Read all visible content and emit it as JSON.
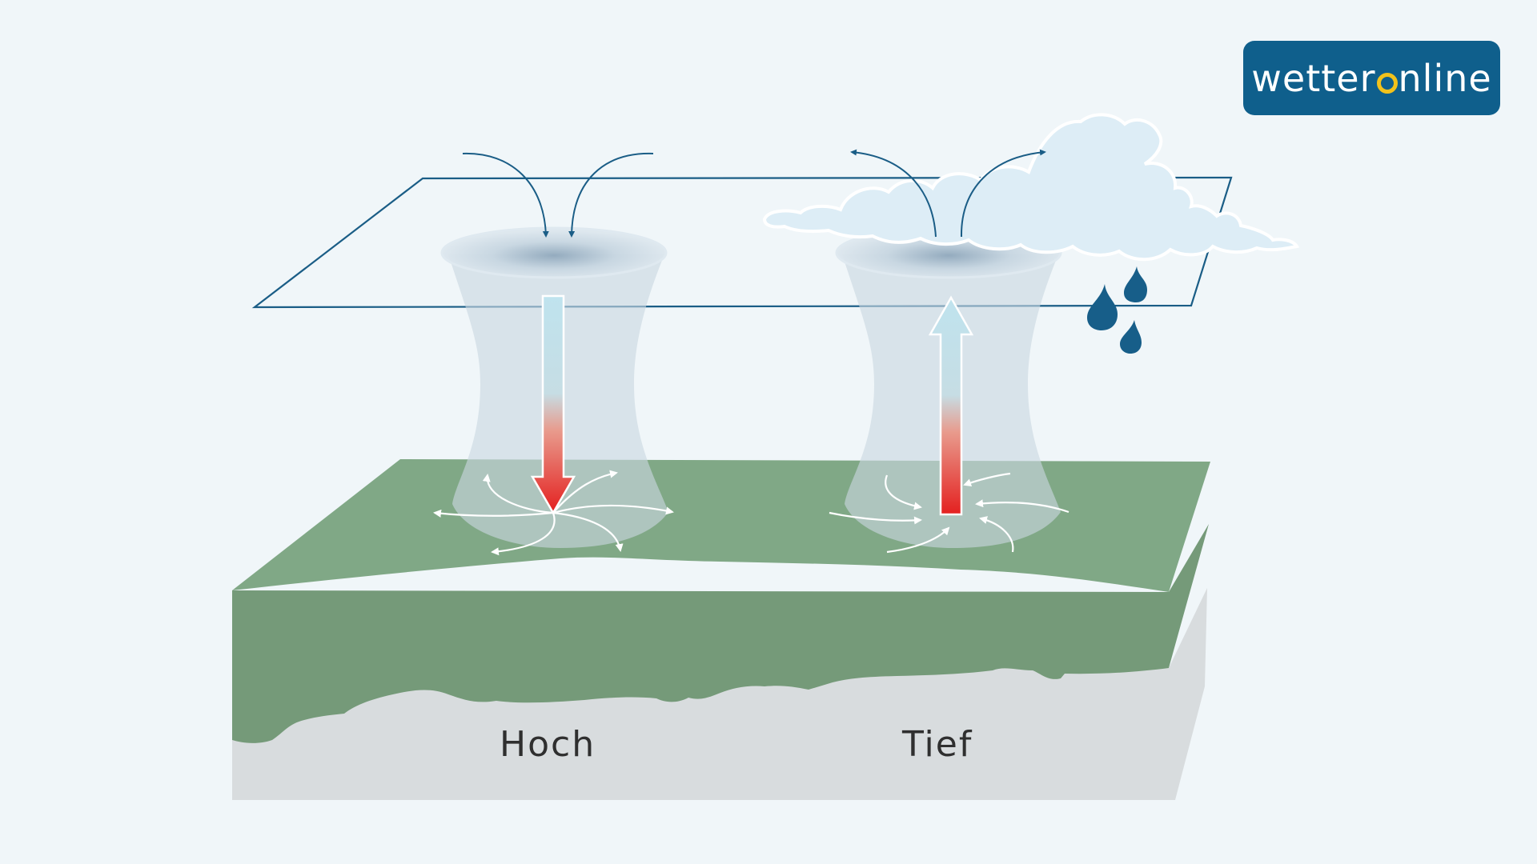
{
  "logo": {
    "text_left": "wetter",
    "text_right": "nline"
  },
  "labels": {
    "high": "Hoch",
    "low": "Tief"
  },
  "colors": {
    "background": "#f0f6f9",
    "ground_top": "#80a886",
    "ground_side": "#759a79",
    "bedrock": "#d8dcde",
    "column": "#c9d7e0",
    "arrow_cold": "#bfe3ee",
    "arrow_warm": "#e4201f",
    "flow_arrows": "#1a5d86",
    "rain": "#175e89",
    "cloud": "#ddedf6",
    "logo_bg": "#0f5f8c",
    "logo_ring": "#f2c21b"
  },
  "icons": [
    "cloud-icon",
    "raindrop-icon",
    "down-arrow-icon",
    "up-arrow-icon"
  ]
}
